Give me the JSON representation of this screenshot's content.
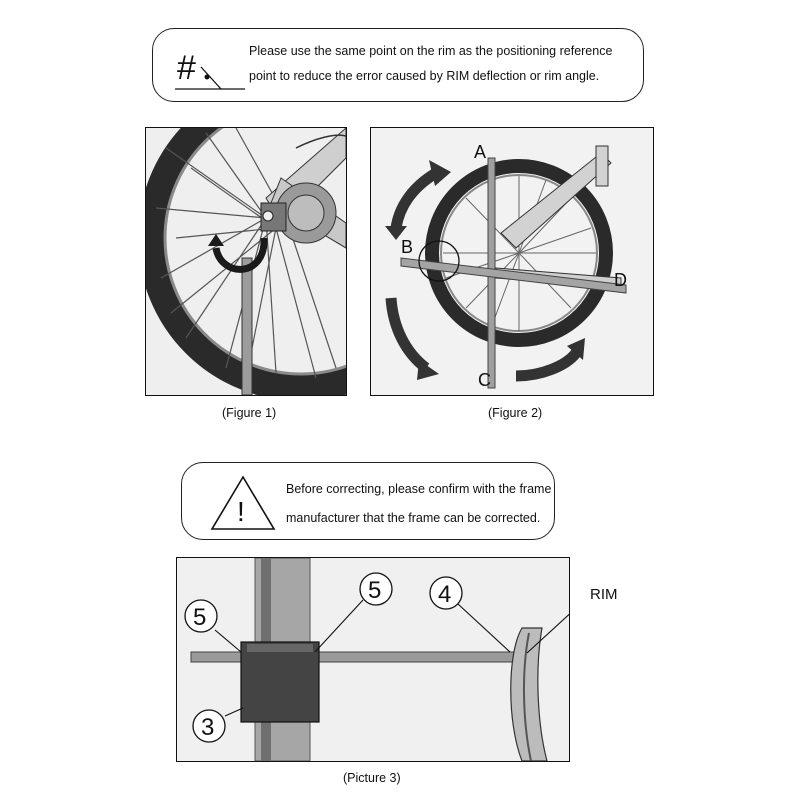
{
  "note1": {
    "symbol": "#",
    "line1": "Please use the same point on the rim as the positioning reference",
    "line2": "point to reduce the error caused by RIM deflection or rim angle."
  },
  "figure1": {
    "caption": "(Figure 1)"
  },
  "figure2": {
    "caption": "(Figure 2)",
    "labels": {
      "a": "A",
      "b": "B",
      "c": "C",
      "d": "D"
    }
  },
  "warning": {
    "symbol": "!",
    "line1": "Before correcting, please confirm with the frame",
    "line2": "manufacturer that the frame can be corrected."
  },
  "picture3": {
    "caption": "(Picture 3)",
    "callouts": {
      "left_top": "5",
      "middle_top": "5",
      "right_top": "4",
      "bottom_left": "3"
    },
    "rim_label": "RIM"
  }
}
